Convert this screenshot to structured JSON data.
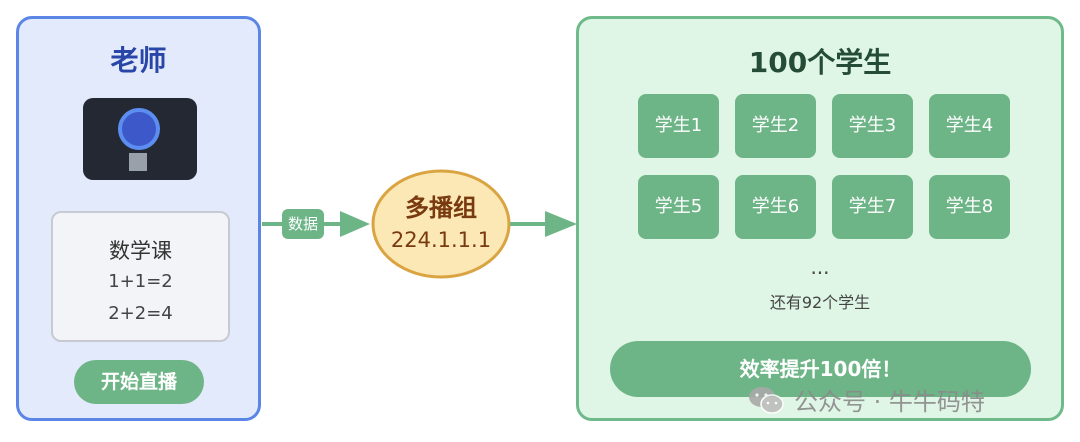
{
  "teacher": {
    "title": "老师",
    "lesson": {
      "title": "数学课",
      "lines": [
        "1+1=2",
        "2+2=4"
      ]
    },
    "start_button": "开始直播"
  },
  "flow": {
    "data_label": "数据",
    "group": {
      "name": "多播组",
      "address": "224.1.1.1"
    }
  },
  "students": {
    "title": "100个学生",
    "items": [
      "学生1",
      "学生2",
      "学生3",
      "学生4",
      "学生5",
      "学生6",
      "学生7",
      "学生8"
    ],
    "ellipsis": "...",
    "more": "还有92个学生",
    "efficiency": "效率提升100倍！"
  },
  "watermark": {
    "text": "公众号 · 牛牛码特"
  },
  "colors": {
    "teacher_bg": "#e3eafb",
    "teacher_border": "#5b86e5",
    "students_bg": "#dff5e5",
    "students_border": "#6fba8a",
    "accent_green": "#6db587",
    "group_fill": "#fbe8b5",
    "group_border": "#d9a441"
  }
}
